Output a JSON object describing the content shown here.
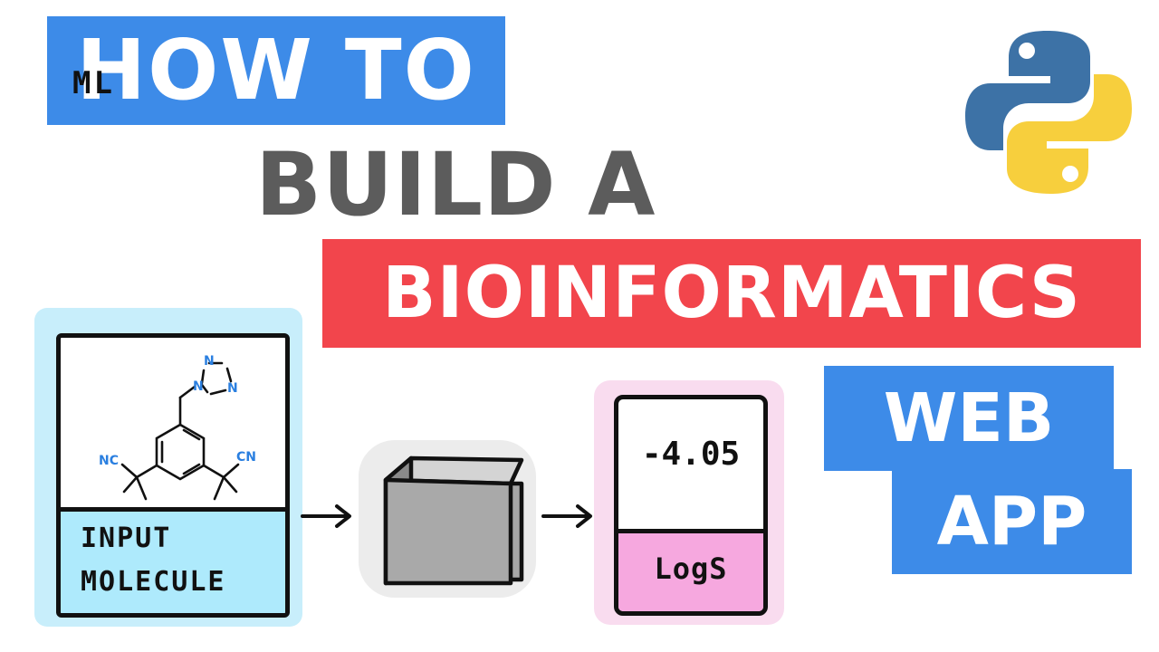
{
  "title": {
    "line1": "HOW TO",
    "line2": "BUILD A",
    "line3": "BIOINFORMATICS",
    "line4a": "WEB",
    "line4b": "APP"
  },
  "diagram": {
    "input_label_line1": "INPUT",
    "input_label_line2": "MOLECULE",
    "model_label": "ML",
    "output_value": "-4.05",
    "output_label": "LogS",
    "atom_n1": "N",
    "atom_n2": "N",
    "atom_n3": "N",
    "atom_nc_left": "NC",
    "atom_cn_right": "CN"
  },
  "icons": {
    "logo": "python-logo",
    "arrows": [
      "arrow-right-icon",
      "arrow-right-icon"
    ]
  },
  "colors": {
    "blue_banner": "#3d8be8",
    "red_banner": "#f2454c",
    "gray_text": "#5c5c5c",
    "input_glow": "#c8eefb",
    "input_fill": "#aeeafc",
    "output_glow": "#f9dcef",
    "output_fill": "#f6a8df",
    "python_blue": "#3d72a6",
    "python_yellow": "#f7cf3d",
    "atom_blue": "#2a7fe0"
  }
}
